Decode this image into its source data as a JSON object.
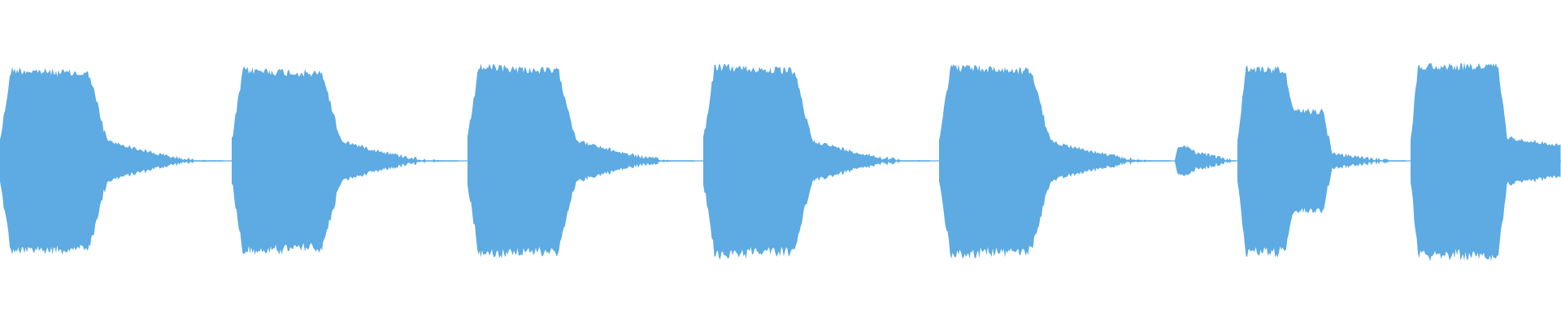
{
  "waveform": {
    "color": "#5dabe2",
    "background": "#ffffff",
    "bursts": [
      {
        "attack": 0.05,
        "sustain_peak": 0.94,
        "decay_tail": "long"
      },
      {
        "attack": 0.05,
        "sustain_peak": 0.94,
        "decay_tail": "long"
      },
      {
        "attack": 0.05,
        "sustain_peak": 0.97,
        "decay_tail": "long"
      },
      {
        "attack": 0.05,
        "sustain_peak": 0.97,
        "decay_tail": "long"
      },
      {
        "attack": 0.05,
        "sustain_peak": 0.97,
        "decay_tail": "long"
      },
      {
        "attack": 0.0,
        "sustain_peak": 0.16,
        "decay_tail": "short"
      },
      {
        "attack": 0.05,
        "sustain_peak": 0.94,
        "decay_tail": "step"
      },
      {
        "attack": 0.05,
        "sustain_peak": 0.97,
        "decay_tail": "cut"
      }
    ]
  }
}
